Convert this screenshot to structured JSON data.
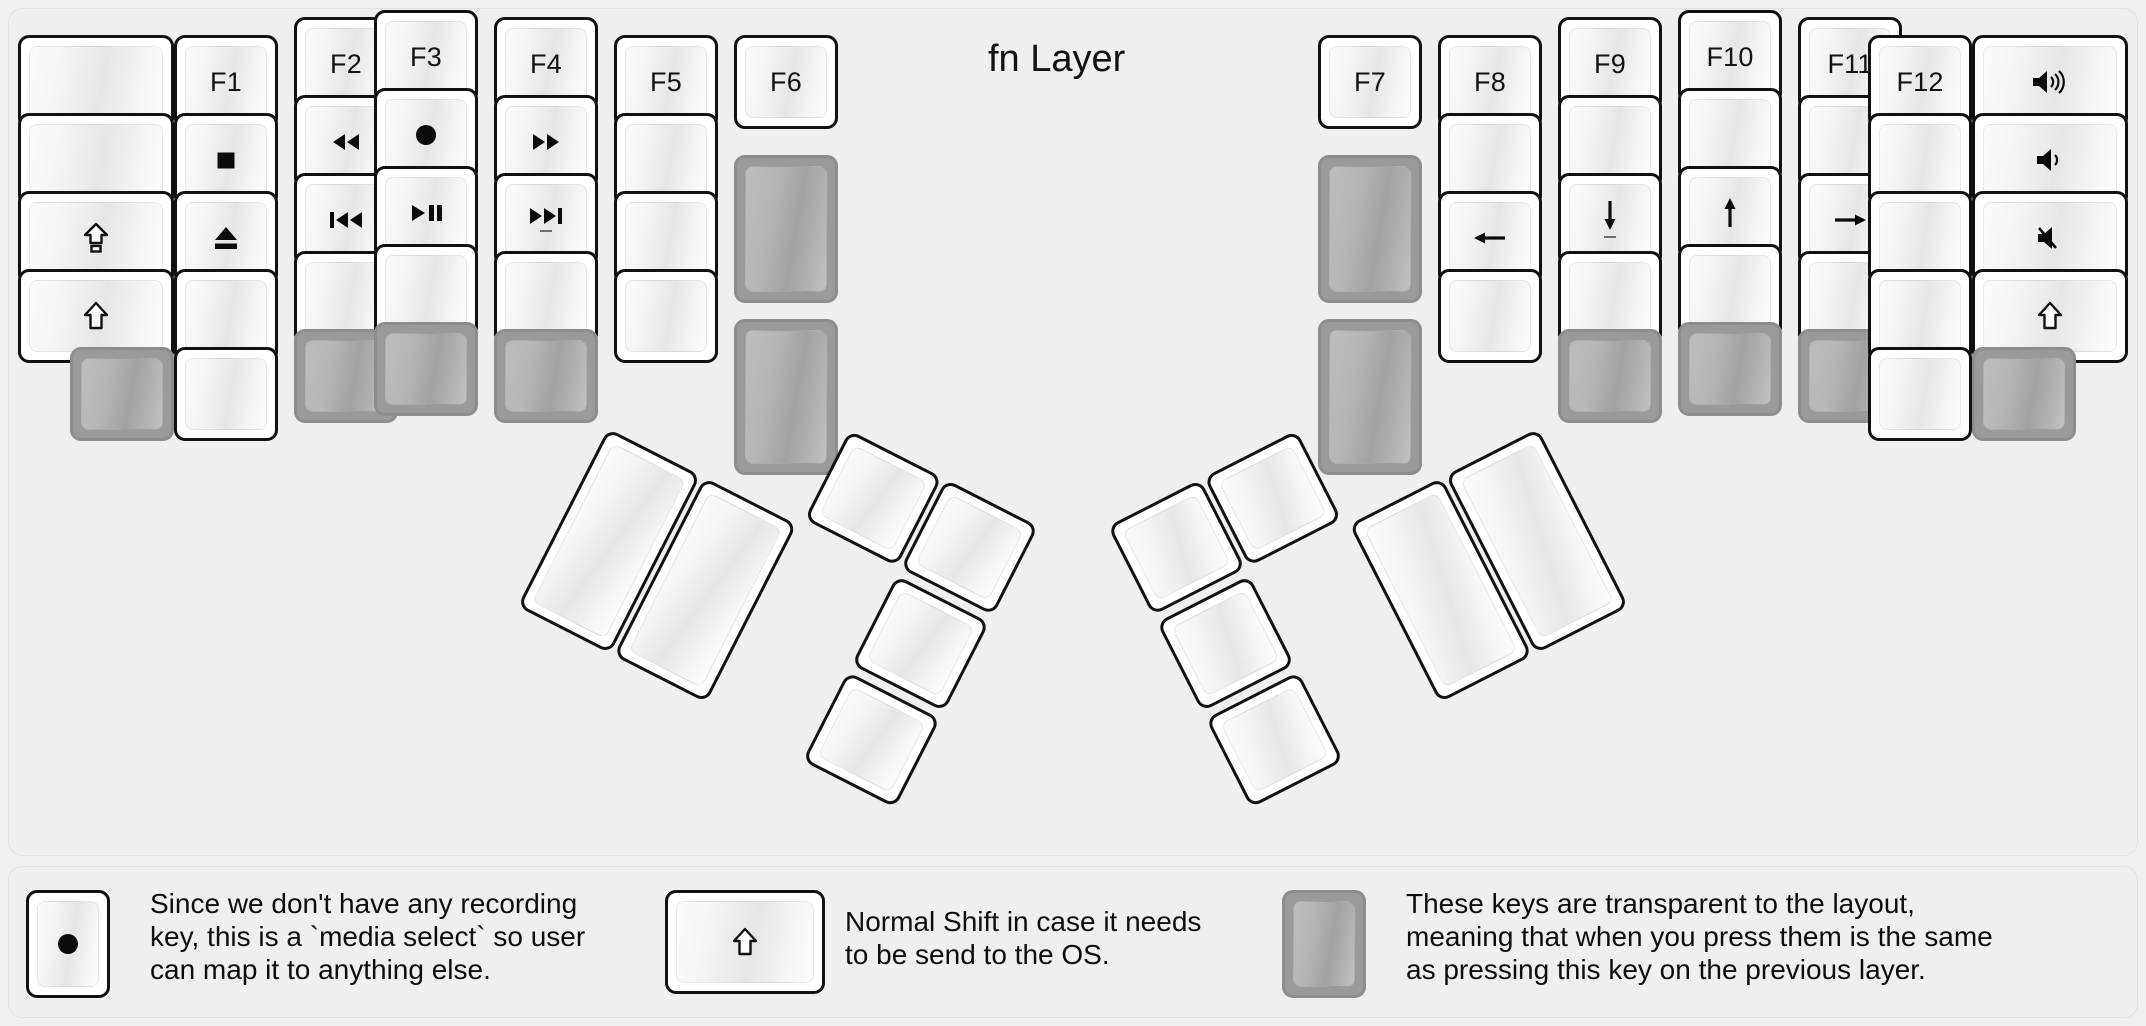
{
  "title": "fn Layer",
  "colors": {
    "background": "#efefef",
    "key_face": "#f2f2f2",
    "key_border": "#111111",
    "transparent_key": "#9a9a9a",
    "text": "#111111"
  },
  "glyphs": {
    "record": "●",
    "stop": "■",
    "eject": "⏏",
    "rewind": "◂◂",
    "fast_forward": "▸▸",
    "prev_track": "⏮",
    "play_pause": "▸▐▐",
    "next_track": "⏭",
    "caps_lock": "⇧",
    "shift": "⇧",
    "arrow_left": "←",
    "arrow_down": "↓",
    "arrow_up": "↑",
    "arrow_right": "→",
    "volume_up": "🔊",
    "volume_down": "🔉",
    "volume_mute": "🔇"
  },
  "left_half": {
    "columns": [
      {
        "name": "col-pinky-outer",
        "keys": [
          {
            "label": "",
            "icon": "",
            "type": "blank"
          },
          {
            "label": "",
            "icon": "",
            "type": "blank"
          },
          {
            "label": "",
            "icon": "caps-lock-icon",
            "type": "glyph",
            "glyph": "⇪"
          },
          {
            "label": "",
            "icon": "shift-icon",
            "type": "glyph",
            "glyph": "⇧"
          },
          {
            "label": "",
            "icon": "",
            "type": "transparent"
          }
        ]
      },
      {
        "name": "col-pinky",
        "keys": [
          {
            "label": "F1",
            "type": "text"
          },
          {
            "label": "",
            "icon": "stop-icon",
            "type": "glyph",
            "glyph": "■"
          },
          {
            "label": "",
            "icon": "eject-icon",
            "type": "glyph",
            "glyph": "eject"
          },
          {
            "label": "",
            "type": "blank"
          },
          {
            "label": "",
            "type": "blank"
          }
        ]
      },
      {
        "name": "col-ring",
        "keys": [
          {
            "label": "F2",
            "type": "text"
          },
          {
            "label": "",
            "icon": "rewind-icon",
            "type": "glyph",
            "glyph": "◂◂"
          },
          {
            "label": "",
            "icon": "previous-track-icon",
            "type": "glyph",
            "glyph": "⏮"
          },
          {
            "label": "",
            "type": "blank"
          },
          {
            "label": "",
            "type": "transparent"
          }
        ]
      },
      {
        "name": "col-middle",
        "keys": [
          {
            "label": "F3",
            "type": "text"
          },
          {
            "label": "",
            "icon": "record-icon",
            "type": "glyph",
            "glyph": "●"
          },
          {
            "label": "",
            "icon": "play-pause-icon",
            "type": "glyph",
            "glyph": "playpause"
          },
          {
            "label": "",
            "type": "blank"
          },
          {
            "label": "",
            "type": "transparent"
          }
        ]
      },
      {
        "name": "col-index",
        "keys": [
          {
            "label": "F4",
            "type": "text"
          },
          {
            "label": "",
            "icon": "fast-forward-icon",
            "type": "glyph",
            "glyph": "▸▸"
          },
          {
            "label": "",
            "icon": "next-track-icon",
            "type": "glyph",
            "glyph": "⏭"
          },
          {
            "label": "",
            "type": "blank"
          },
          {
            "label": "",
            "type": "transparent"
          }
        ]
      },
      {
        "name": "col-index-inner",
        "keys": [
          {
            "label": "F5",
            "type": "text"
          },
          {
            "label": "",
            "type": "blank"
          },
          {
            "label": "",
            "type": "blank"
          },
          {
            "label": "",
            "type": "blank"
          }
        ]
      },
      {
        "name": "col-inner",
        "keys": [
          {
            "label": "F6",
            "type": "text"
          },
          {
            "label": "",
            "type": "transparent"
          },
          {
            "label": "",
            "type": "transparent"
          }
        ]
      }
    ]
  },
  "right_half": {
    "columns": [
      {
        "name": "col-inner",
        "keys": [
          {
            "label": "F7",
            "type": "text"
          },
          {
            "label": "",
            "type": "transparent"
          },
          {
            "label": "",
            "type": "transparent"
          }
        ]
      },
      {
        "name": "col-index-inner",
        "keys": [
          {
            "label": "F8",
            "type": "text"
          },
          {
            "label": "",
            "type": "blank"
          },
          {
            "label": "",
            "icon": "arrow-left-icon",
            "type": "glyph",
            "glyph": "←"
          },
          {
            "label": "",
            "type": "blank"
          }
        ]
      },
      {
        "name": "col-index",
        "keys": [
          {
            "label": "F9",
            "type": "text"
          },
          {
            "label": "",
            "type": "blank"
          },
          {
            "label": "",
            "icon": "arrow-down-icon",
            "type": "glyph",
            "glyph": "↓"
          },
          {
            "label": "",
            "type": "blank"
          },
          {
            "label": "",
            "type": "transparent"
          }
        ]
      },
      {
        "name": "col-middle",
        "keys": [
          {
            "label": "F10",
            "type": "text"
          },
          {
            "label": "",
            "type": "blank"
          },
          {
            "label": "",
            "icon": "arrow-up-icon",
            "type": "glyph",
            "glyph": "↑"
          },
          {
            "label": "",
            "type": "blank"
          },
          {
            "label": "",
            "type": "transparent"
          }
        ]
      },
      {
        "name": "col-ring",
        "keys": [
          {
            "label": "F11",
            "type": "text"
          },
          {
            "label": "",
            "type": "blank"
          },
          {
            "label": "",
            "icon": "arrow-right-icon",
            "type": "glyph",
            "glyph": "→"
          },
          {
            "label": "",
            "type": "blank"
          },
          {
            "label": "",
            "type": "transparent"
          }
        ]
      },
      {
        "name": "col-pinky",
        "keys": [
          {
            "label": "F12",
            "type": "text"
          },
          {
            "label": "",
            "type": "blank"
          },
          {
            "label": "",
            "type": "blank"
          },
          {
            "label": "",
            "type": "blank"
          },
          {
            "label": "",
            "type": "blank"
          }
        ]
      },
      {
        "name": "col-pinky-outer",
        "keys": [
          {
            "label": "",
            "icon": "volume-up-icon",
            "type": "glyph",
            "glyph": "volup"
          },
          {
            "label": "",
            "icon": "volume-down-icon",
            "type": "glyph",
            "glyph": "voldown"
          },
          {
            "label": "",
            "icon": "volume-mute-icon",
            "type": "glyph",
            "glyph": "volmute"
          },
          {
            "label": "",
            "icon": "shift-icon",
            "type": "glyph",
            "glyph": "⇧"
          },
          {
            "label": "",
            "type": "transparent"
          }
        ]
      }
    ]
  },
  "left_thumb": {
    "name": "left-thumb-cluster",
    "keys": [
      {
        "name": "thumb-big-1",
        "size": "2u"
      },
      {
        "name": "thumb-big-2",
        "size": "2u"
      },
      {
        "name": "thumb-small-1",
        "size": "1u"
      },
      {
        "name": "thumb-small-2",
        "size": "1u"
      },
      {
        "name": "thumb-small-3",
        "size": "1u"
      },
      {
        "name": "thumb-small-4",
        "size": "1u"
      }
    ]
  },
  "right_thumb": {
    "name": "right-thumb-cluster",
    "keys": [
      {
        "name": "thumb-big-1",
        "size": "2u"
      },
      {
        "name": "thumb-big-2",
        "size": "2u"
      },
      {
        "name": "thumb-small-1",
        "size": "1u"
      },
      {
        "name": "thumb-small-2",
        "size": "1u"
      },
      {
        "name": "thumb-small-3",
        "size": "1u"
      },
      {
        "name": "thumb-small-4",
        "size": "1u"
      }
    ]
  },
  "legend": {
    "items": [
      {
        "icon": "record-icon",
        "key_type": "normal",
        "text": "Since we don't have any recording\nkey, this is a `media select` so user\ncan map it to anything else."
      },
      {
        "icon": "shift-icon",
        "key_type": "normal",
        "text": "Normal Shift in case it needs\nto be send to the OS."
      },
      {
        "icon": "",
        "key_type": "transparent",
        "text": "These keys are transparent to the layout,\nmeaning that when you press them is the same\nas pressing this key on the previous layer."
      }
    ]
  }
}
